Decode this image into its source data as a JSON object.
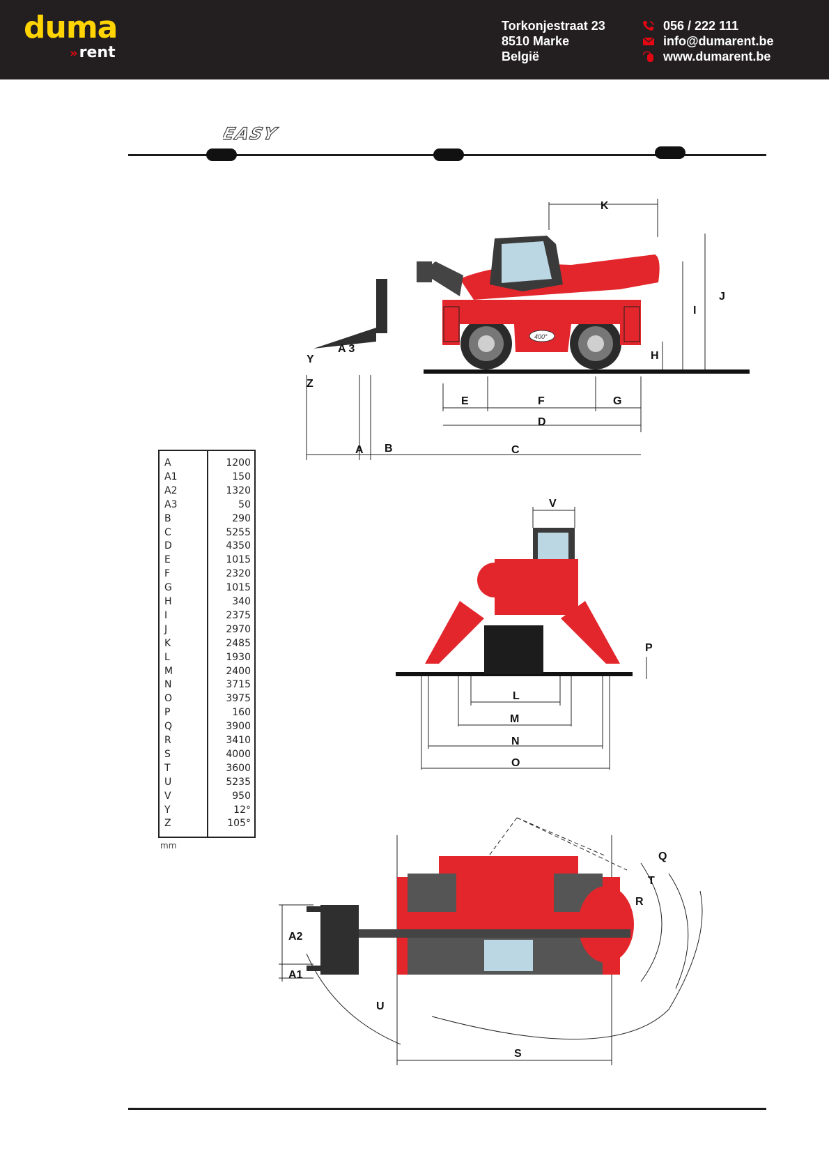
{
  "header": {
    "logo_main": "duma",
    "logo_sub": "rent",
    "address": [
      "Torkonjestraat 23",
      "8510 Marke",
      "België"
    ],
    "phone": "056 / 222 111",
    "email": "info@dumarent.be",
    "website": "www.dumarent.be",
    "icons": [
      "phone-icon",
      "mail-icon",
      "mouse-icon"
    ],
    "accent_color": "#ffd400",
    "icon_color": "#e30613",
    "bar_color": "#231f20"
  },
  "brand_mark": "EASY",
  "spec_table": {
    "rows": [
      {
        "key": "A",
        "value": "1200"
      },
      {
        "key": "A1",
        "value": "150"
      },
      {
        "key": "A2",
        "value": "1320"
      },
      {
        "key": "A3",
        "value": "50"
      },
      {
        "key": "B",
        "value": "290"
      },
      {
        "key": "C",
        "value": "5255"
      },
      {
        "key": "D",
        "value": "4350"
      },
      {
        "key": "E",
        "value": "1015"
      },
      {
        "key": "F",
        "value": "2320"
      },
      {
        "key": "G",
        "value": "1015"
      },
      {
        "key": "H",
        "value": "340"
      },
      {
        "key": "I",
        "value": "2375"
      },
      {
        "key": "J",
        "value": "2970"
      },
      {
        "key": "K",
        "value": "2485"
      },
      {
        "key": "L",
        "value": "1930"
      },
      {
        "key": "M",
        "value": "2400"
      },
      {
        "key": "N",
        "value": "3715"
      },
      {
        "key": "O",
        "value": "3975"
      },
      {
        "key": "P",
        "value": "160"
      },
      {
        "key": "Q",
        "value": "3900"
      },
      {
        "key": "R",
        "value": "3410"
      },
      {
        "key": "S",
        "value": "4000"
      },
      {
        "key": "T",
        "value": "3600"
      },
      {
        "key": "U",
        "value": "5235"
      },
      {
        "key": "V",
        "value": "950"
      },
      {
        "key": "Y",
        "value": "12°"
      },
      {
        "key": "Z",
        "value": "105°"
      }
    ],
    "unit": "mm"
  },
  "side_view": {
    "labels": {
      "K": "K",
      "J": "J",
      "I": "I",
      "H": "H",
      "E": "E",
      "F": "F",
      "G": "G",
      "D": "D",
      "A": "A",
      "B": "B",
      "C": "C",
      "Y": "Y",
      "Z": "Z",
      "A3": "A 3"
    },
    "badge": "400°"
  },
  "front_view": {
    "labels": {
      "V": "V",
      "P": "P",
      "L": "L",
      "M": "M",
      "N": "N",
      "O": "O"
    }
  },
  "top_view": {
    "labels": {
      "Q": "Q",
      "T": "T",
      "R": "R",
      "S": "S",
      "U": "U",
      "A1": "A1",
      "A2": "A2"
    }
  },
  "colors": {
    "machine_red": "#e3262b",
    "machine_dark": "#3a3a3a",
    "line": "#1a1a1a"
  }
}
